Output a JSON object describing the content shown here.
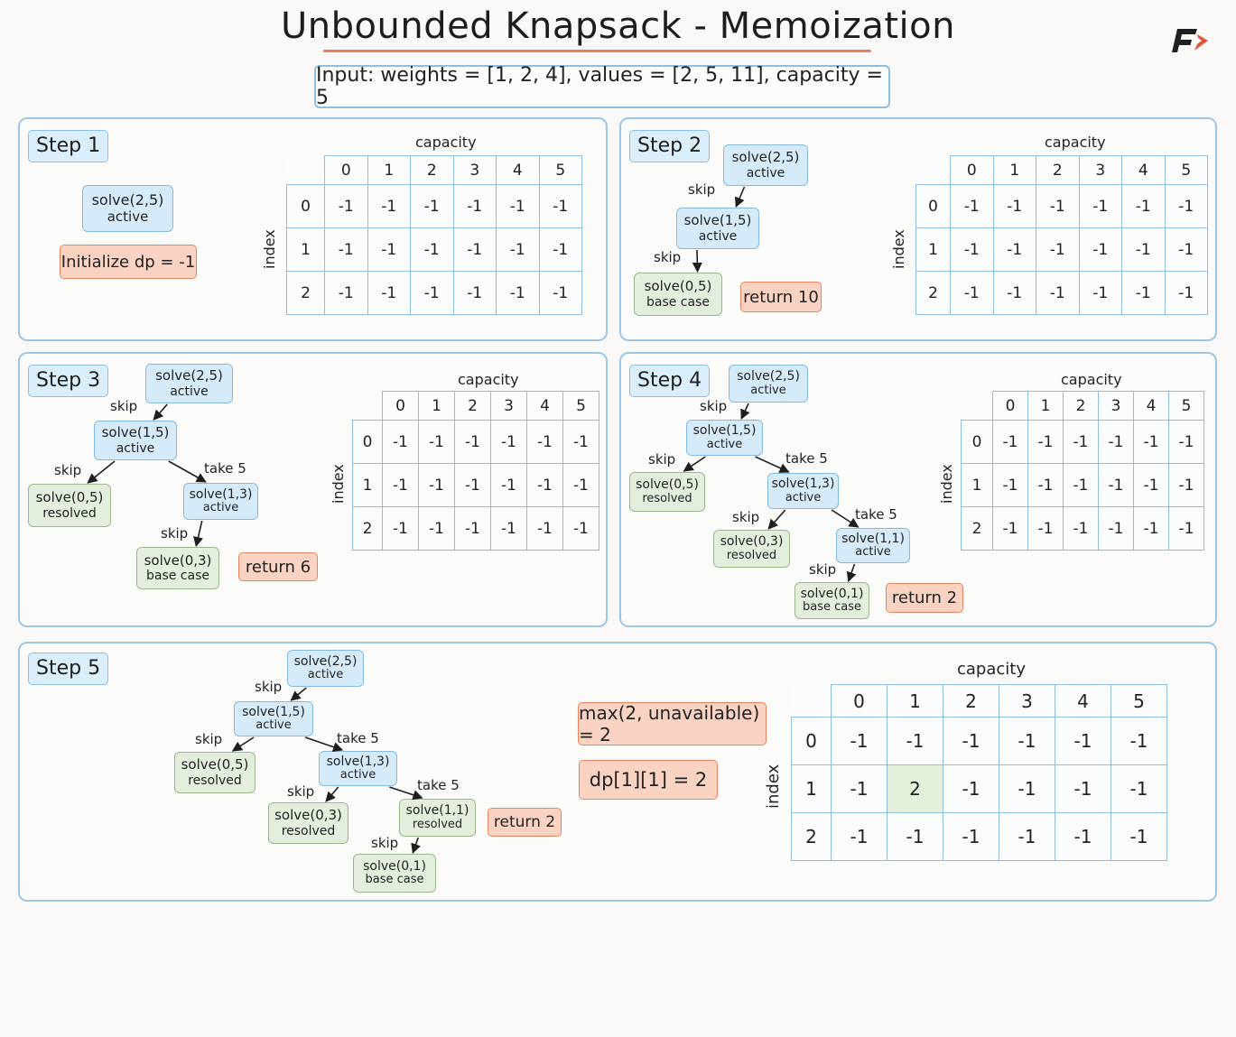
{
  "title": "Unbounded Knapsack - Memoization",
  "input": "Input:  weights = [1, 2, 4],  values = [2, 5, 11],  capacity = 5",
  "table_axis": {
    "capacity": "capacity",
    "index": "index"
  },
  "columns": [
    "0",
    "1",
    "2",
    "3",
    "4",
    "5"
  ],
  "rows": [
    "0",
    "1",
    "2"
  ],
  "colors": {
    "panel_border": "#9cc7e8",
    "active_fill": "#d6ebfa",
    "resolved_fill": "#e4eedc",
    "note_fill": "#fbd3c3",
    "note_border": "#e9825e",
    "highlight_cell": "#e3efd9",
    "title_underline": "#e9805c"
  },
  "steps": [
    {
      "label": "Step 1",
      "nodes": [
        {
          "id": "a",
          "call": "solve(2,5)",
          "state": "active"
        }
      ],
      "edges": [],
      "notes": [
        "Initialize dp = -1"
      ],
      "dp": [
        [
          "-1",
          "-1",
          "-1",
          "-1",
          "-1",
          "-1"
        ],
        [
          "-1",
          "-1",
          "-1",
          "-1",
          "-1",
          "-1"
        ],
        [
          "-1",
          "-1",
          "-1",
          "-1",
          "-1",
          "-1"
        ]
      ],
      "highlight": null
    },
    {
      "label": "Step 2",
      "nodes": [
        {
          "id": "a",
          "call": "solve(2,5)",
          "state": "active"
        },
        {
          "id": "b",
          "call": "solve(1,5)",
          "state": "active"
        },
        {
          "id": "c",
          "call": "solve(0,5)",
          "state": "base case"
        }
      ],
      "edges": [
        {
          "from": "a",
          "to": "b",
          "label": "skip"
        },
        {
          "from": "b",
          "to": "c",
          "label": "skip"
        }
      ],
      "notes": [
        "return 10"
      ],
      "dp": [
        [
          "-1",
          "-1",
          "-1",
          "-1",
          "-1",
          "-1"
        ],
        [
          "-1",
          "-1",
          "-1",
          "-1",
          "-1",
          "-1"
        ],
        [
          "-1",
          "-1",
          "-1",
          "-1",
          "-1",
          "-1"
        ]
      ],
      "highlight": null
    },
    {
      "label": "Step 3",
      "nodes": [
        {
          "id": "a",
          "call": "solve(2,5)",
          "state": "active"
        },
        {
          "id": "b",
          "call": "solve(1,5)",
          "state": "active"
        },
        {
          "id": "c",
          "call": "solve(0,5)",
          "state": "resolved"
        },
        {
          "id": "d",
          "call": "solve(1,3)",
          "state": "active"
        },
        {
          "id": "e",
          "call": "solve(0,3)",
          "state": "base case"
        }
      ],
      "edges": [
        {
          "from": "a",
          "to": "b",
          "label": "skip"
        },
        {
          "from": "b",
          "to": "c",
          "label": "skip"
        },
        {
          "from": "b",
          "to": "d",
          "label": "take 5"
        },
        {
          "from": "d",
          "to": "e",
          "label": "skip"
        }
      ],
      "notes": [
        "return 6"
      ],
      "dp": [
        [
          "-1",
          "-1",
          "-1",
          "-1",
          "-1",
          "-1"
        ],
        [
          "-1",
          "-1",
          "-1",
          "-1",
          "-1",
          "-1"
        ],
        [
          "-1",
          "-1",
          "-1",
          "-1",
          "-1",
          "-1"
        ]
      ],
      "highlight": null
    },
    {
      "label": "Step 4",
      "nodes": [
        {
          "id": "a",
          "call": "solve(2,5)",
          "state": "active"
        },
        {
          "id": "b",
          "call": "solve(1,5)",
          "state": "active"
        },
        {
          "id": "c",
          "call": "solve(0,5)",
          "state": "resolved"
        },
        {
          "id": "d",
          "call": "solve(1,3)",
          "state": "active"
        },
        {
          "id": "e",
          "call": "solve(0,3)",
          "state": "resolved"
        },
        {
          "id": "f",
          "call": "solve(1,1)",
          "state": "active"
        },
        {
          "id": "g",
          "call": "solve(0,1)",
          "state": "base case"
        }
      ],
      "edges": [
        {
          "from": "a",
          "to": "b",
          "label": "skip"
        },
        {
          "from": "b",
          "to": "c",
          "label": "skip"
        },
        {
          "from": "b",
          "to": "d",
          "label": "take 5"
        },
        {
          "from": "d",
          "to": "e",
          "label": "skip"
        },
        {
          "from": "d",
          "to": "f",
          "label": "take 5"
        },
        {
          "from": "f",
          "to": "g",
          "label": "skip"
        }
      ],
      "notes": [
        "return 2"
      ],
      "dp": [
        [
          "-1",
          "-1",
          "-1",
          "-1",
          "-1",
          "-1"
        ],
        [
          "-1",
          "-1",
          "-1",
          "-1",
          "-1",
          "-1"
        ],
        [
          "-1",
          "-1",
          "-1",
          "-1",
          "-1",
          "-1"
        ]
      ],
      "highlight": null
    },
    {
      "label": "Step 5",
      "nodes": [
        {
          "id": "a",
          "call": "solve(2,5)",
          "state": "active"
        },
        {
          "id": "b",
          "call": "solve(1,5)",
          "state": "active"
        },
        {
          "id": "c",
          "call": "solve(0,5)",
          "state": "resolved"
        },
        {
          "id": "d",
          "call": "solve(1,3)",
          "state": "active"
        },
        {
          "id": "e",
          "call": "solve(0,3)",
          "state": "resolved"
        },
        {
          "id": "f",
          "call": "solve(1,1)",
          "state": "resolved"
        },
        {
          "id": "g",
          "call": "solve(0,1)",
          "state": "base case"
        }
      ],
      "edges": [
        {
          "from": "a",
          "to": "b",
          "label": "skip"
        },
        {
          "from": "b",
          "to": "c",
          "label": "skip"
        },
        {
          "from": "b",
          "to": "d",
          "label": "take 5"
        },
        {
          "from": "d",
          "to": "e",
          "label": "skip"
        },
        {
          "from": "d",
          "to": "f",
          "label": "take 5"
        },
        {
          "from": "f",
          "to": "g",
          "label": "skip"
        }
      ],
      "notes": [
        "return 2",
        "max(2, unavailable) = 2",
        "dp[1][1] = 2"
      ],
      "dp": [
        [
          "-1",
          "-1",
          "-1",
          "-1",
          "-1",
          "-1"
        ],
        [
          "-1",
          "2",
          "-1",
          "-1",
          "-1",
          "-1"
        ],
        [
          "-1",
          "-1",
          "-1",
          "-1",
          "-1",
          "-1"
        ]
      ],
      "highlight": {
        "row": 1,
        "col": 1
      }
    }
  ]
}
